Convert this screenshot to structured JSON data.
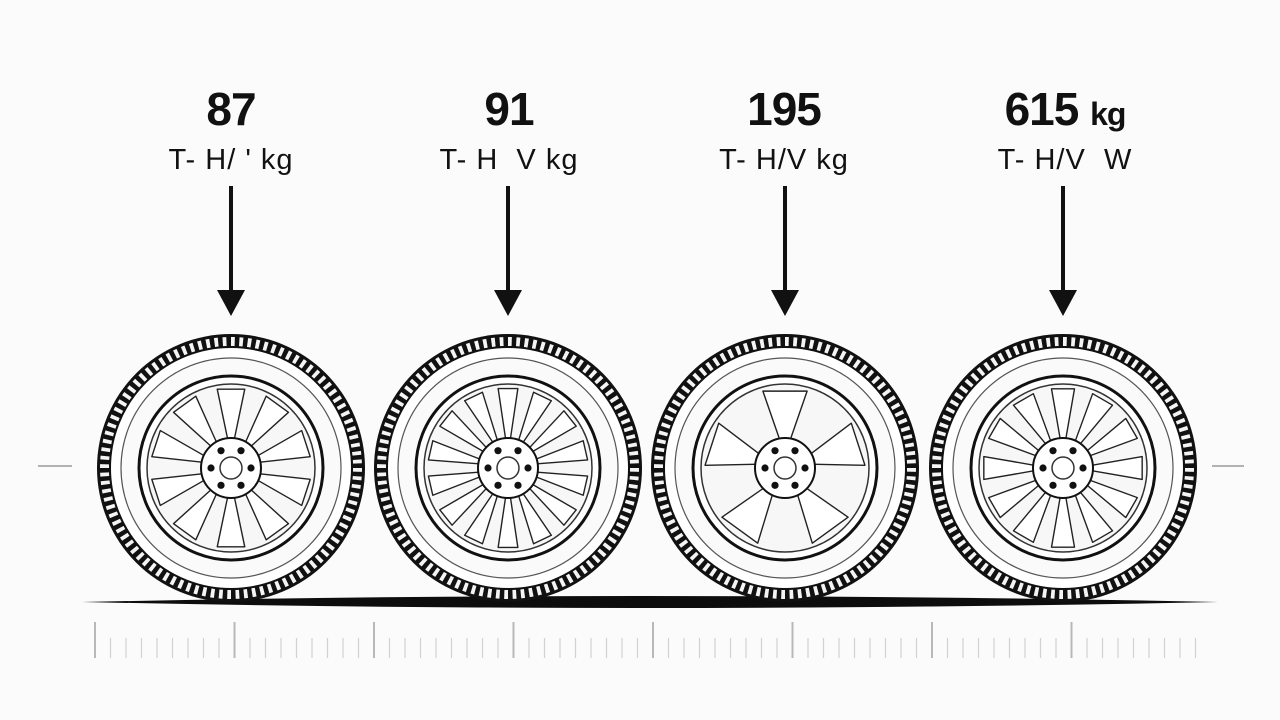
{
  "tires": [
    {
      "value": "87",
      "unit": "",
      "sublabel": "T- H/ ' kg"
    },
    {
      "value": "91",
      "unit": "",
      "sublabel": "T- H  V kg"
    },
    {
      "value": "195",
      "unit": "",
      "sublabel": "T- H/V kg"
    },
    {
      "value": "615",
      "unit": "kg",
      "sublabel": "T- H/V  W"
    }
  ],
  "colors": {
    "ink": "#111111",
    "background": "#fbfbfb",
    "tire": "#ffffff",
    "shadow": "#0d0d0d"
  }
}
